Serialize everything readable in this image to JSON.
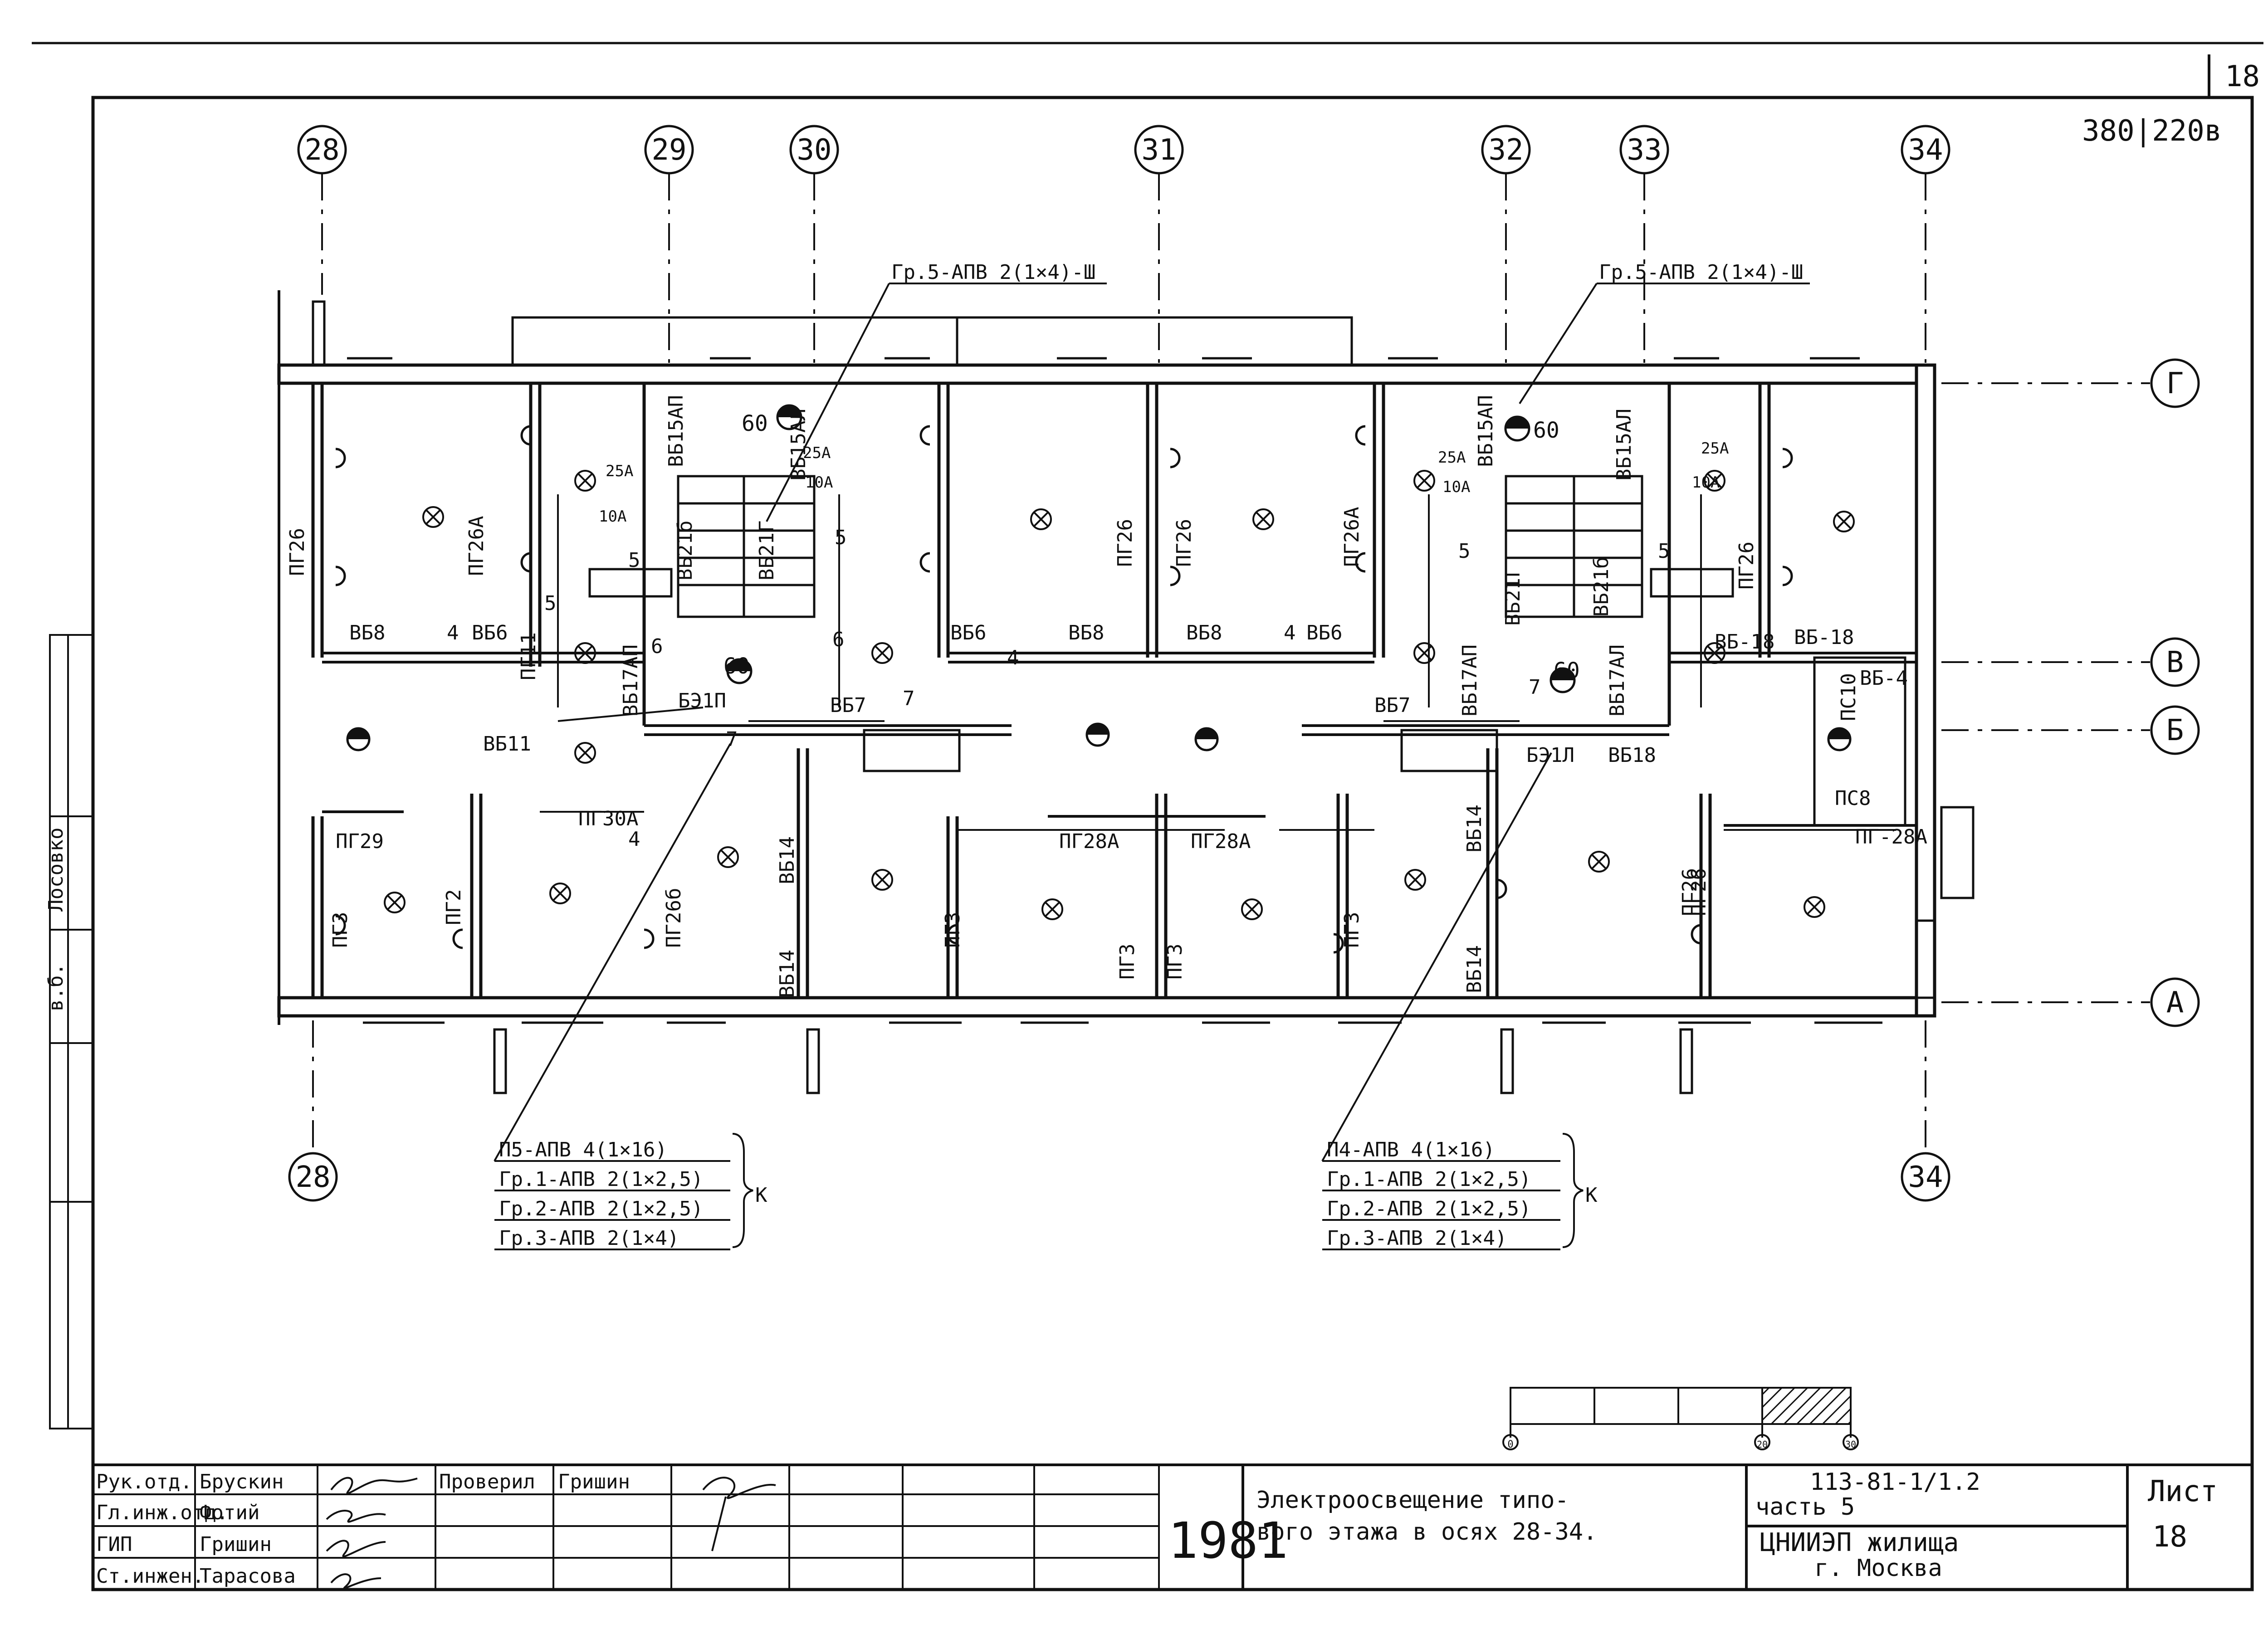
{
  "sheet": {
    "page_number": "18",
    "voltage": "380|220в"
  },
  "axes": {
    "top": [
      "28",
      "29",
      "30",
      "31",
      "32",
      "33",
      "34"
    ],
    "bottom": [
      "28",
      "34"
    ],
    "right": [
      "Г",
      "В",
      "Б",
      "А"
    ]
  },
  "callouts": {
    "left_top": "Гр.5-АПВ 2(1×4)-Ш",
    "right_top": "Гр.5-АПВ 2(1×4)-Ш",
    "left_cable": [
      "П5-АПВ 4(1×16)",
      "Гр.1-АПВ 2(1×2,5)",
      "Гр.2-АПВ 2(1×2,5)",
      "Гр.3-АПВ 2(1×4)"
    ],
    "right_cable": [
      "П4-АПВ 4(1×16)",
      "Гр.1-АПВ 2(1×2,5)",
      "Гр.2-АПВ 2(1×2,5)",
      "Гр.3-АПВ 2(1×4)"
    ],
    "bracket_letter": "К"
  },
  "plan_labels": {
    "wiring": [
      "ПГ26",
      "ПГ26А",
      "ПГ26",
      "ПГ26",
      "ПГ26А",
      "ПГ26",
      "ПГ26",
      "ПГ3",
      "ПГ2",
      "ПГ26б",
      "ВБ14",
      "ВБ14",
      "ПГ3",
      "ПГ3",
      "ПГ3",
      "ПГ3",
      "ВБ14",
      "ВБ14",
      "ПГ26",
      "ПГ11",
      "ВБ17АП",
      "ВБ17АП",
      "ВБ17АЛ",
      "ВБ15АП",
      "ВБ15АЛ",
      "ВБ15АП",
      "ВБ15АЛ",
      "ВБ21б",
      "ВБ21Г",
      "ВБ21Г",
      "ВБ21б",
      "ПС10"
    ],
    "horizontal": [
      "ВБ8",
      "ВБ6",
      "ВБ6",
      "ВБ8",
      "ВБ8",
      "ВБ6",
      "ВБ-18",
      "ВБ-18",
      "ВБ11",
      "ВБ7",
      "ВБ7",
      "БЭ1П",
      "БЭ1Л",
      "ВБ18",
      "ПГ29",
      "ПГ30А",
      "ПГ28А",
      "ПГ28А",
      "ПГ-28А",
      "ПС8",
      "ВБ-4"
    ],
    "ratings": [
      "25А",
      "10А",
      "25А",
      "10А",
      "25А",
      "10А",
      "25А",
      "10А"
    ],
    "lamp_power": "60",
    "counts": [
      "4",
      "5",
      "6",
      "7"
    ]
  },
  "scale_bar_marks": [
    "0",
    "20",
    "30"
  ],
  "side_stamp": [
    "Лосовко",
    "в.б."
  ],
  "title_block": {
    "roles": [
      "Рук.отд.",
      "Гл.инж.отд.",
      "ГИП",
      "Ст.инжен."
    ],
    "names": [
      "Брускин",
      "Фотий",
      "Гришин",
      "Тарасова"
    ],
    "checked_label": "Проверил",
    "checked_name": "Гришин",
    "year": "1981",
    "title_line1": "Электроосвещение типо-",
    "title_line2": "вого этажа в осях 28-34.",
    "code": "113-81-1/1.2",
    "part": "часть 5",
    "org": "ЦНИИЭП жилища",
    "city": "г. Москва",
    "sheet_label": "Лист",
    "sheet_no": "18"
  }
}
